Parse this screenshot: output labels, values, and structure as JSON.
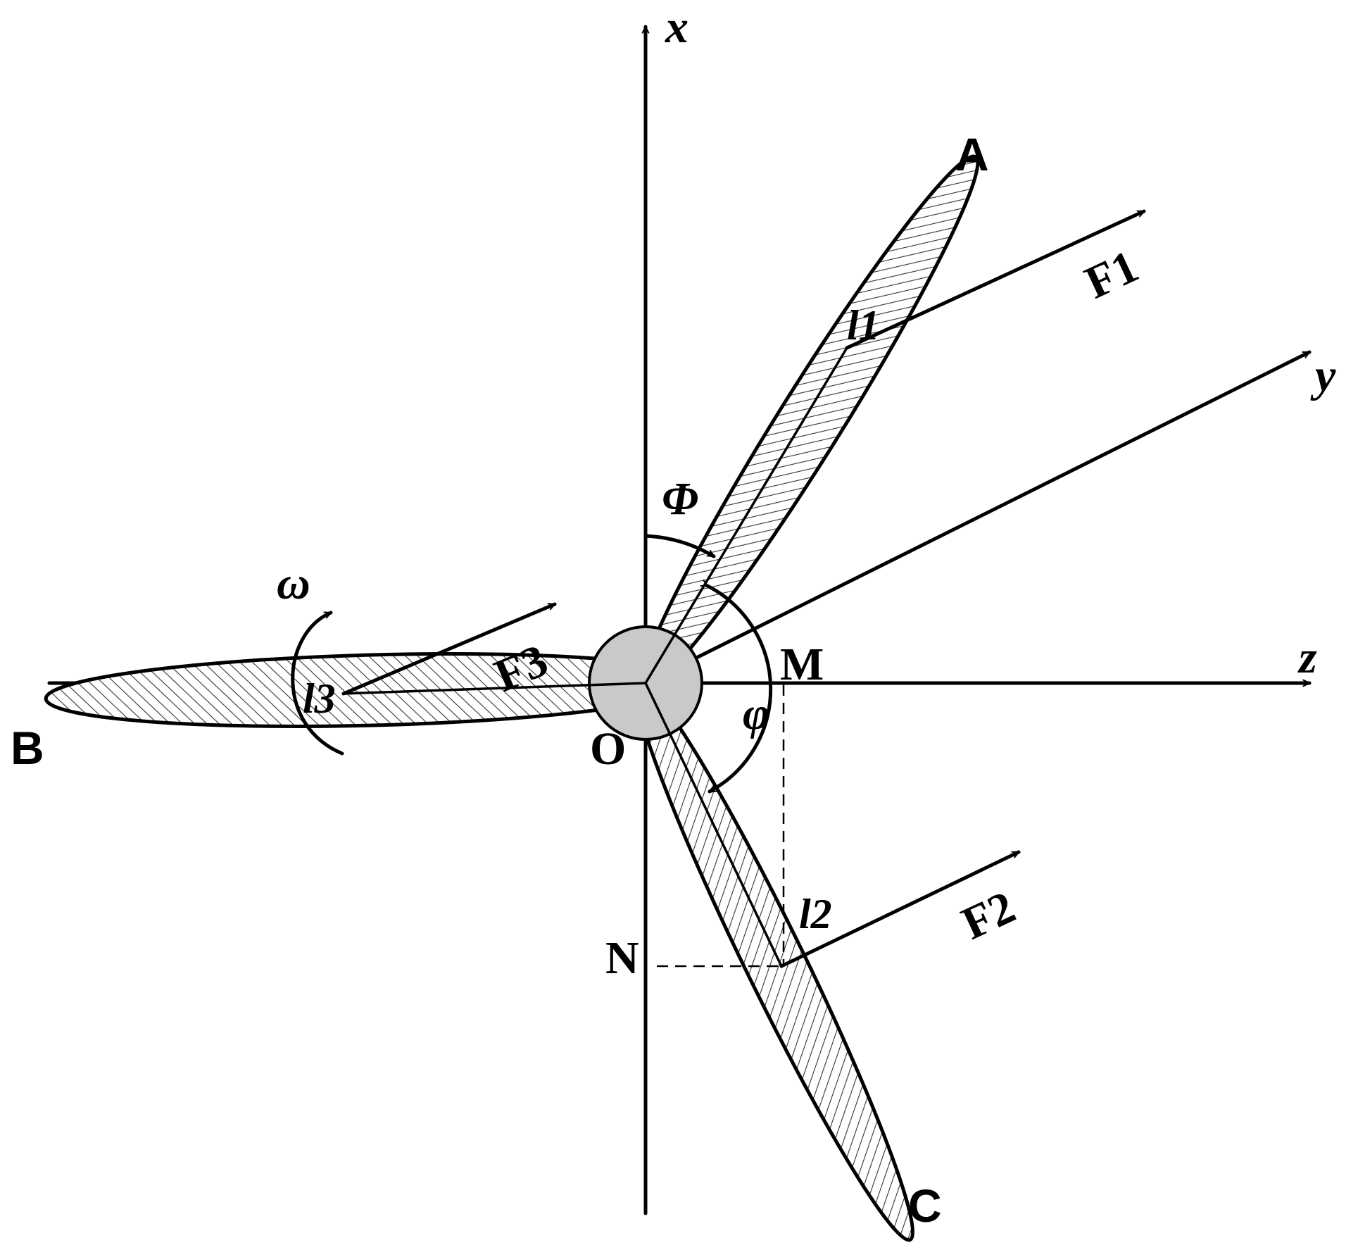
{
  "axes": {
    "x": "x",
    "y": "y",
    "z": "z"
  },
  "blade_tips": {
    "a": "A",
    "b": "B",
    "c": "C"
  },
  "points": {
    "origin": "O",
    "m": "M",
    "n": "N"
  },
  "forces": {
    "f1": "F1",
    "f2": "F2",
    "f3": "F3"
  },
  "lengths": {
    "l1": "l1",
    "l2": "l2",
    "l3": "l3"
  },
  "angles": {
    "phi_upper": "Φ",
    "phi_lower": "φ",
    "omega": "ω"
  },
  "colors": {
    "line": "#000000",
    "hub_fill": "#c9c9c9",
    "hatch": "#333333",
    "background": "#ffffff"
  }
}
